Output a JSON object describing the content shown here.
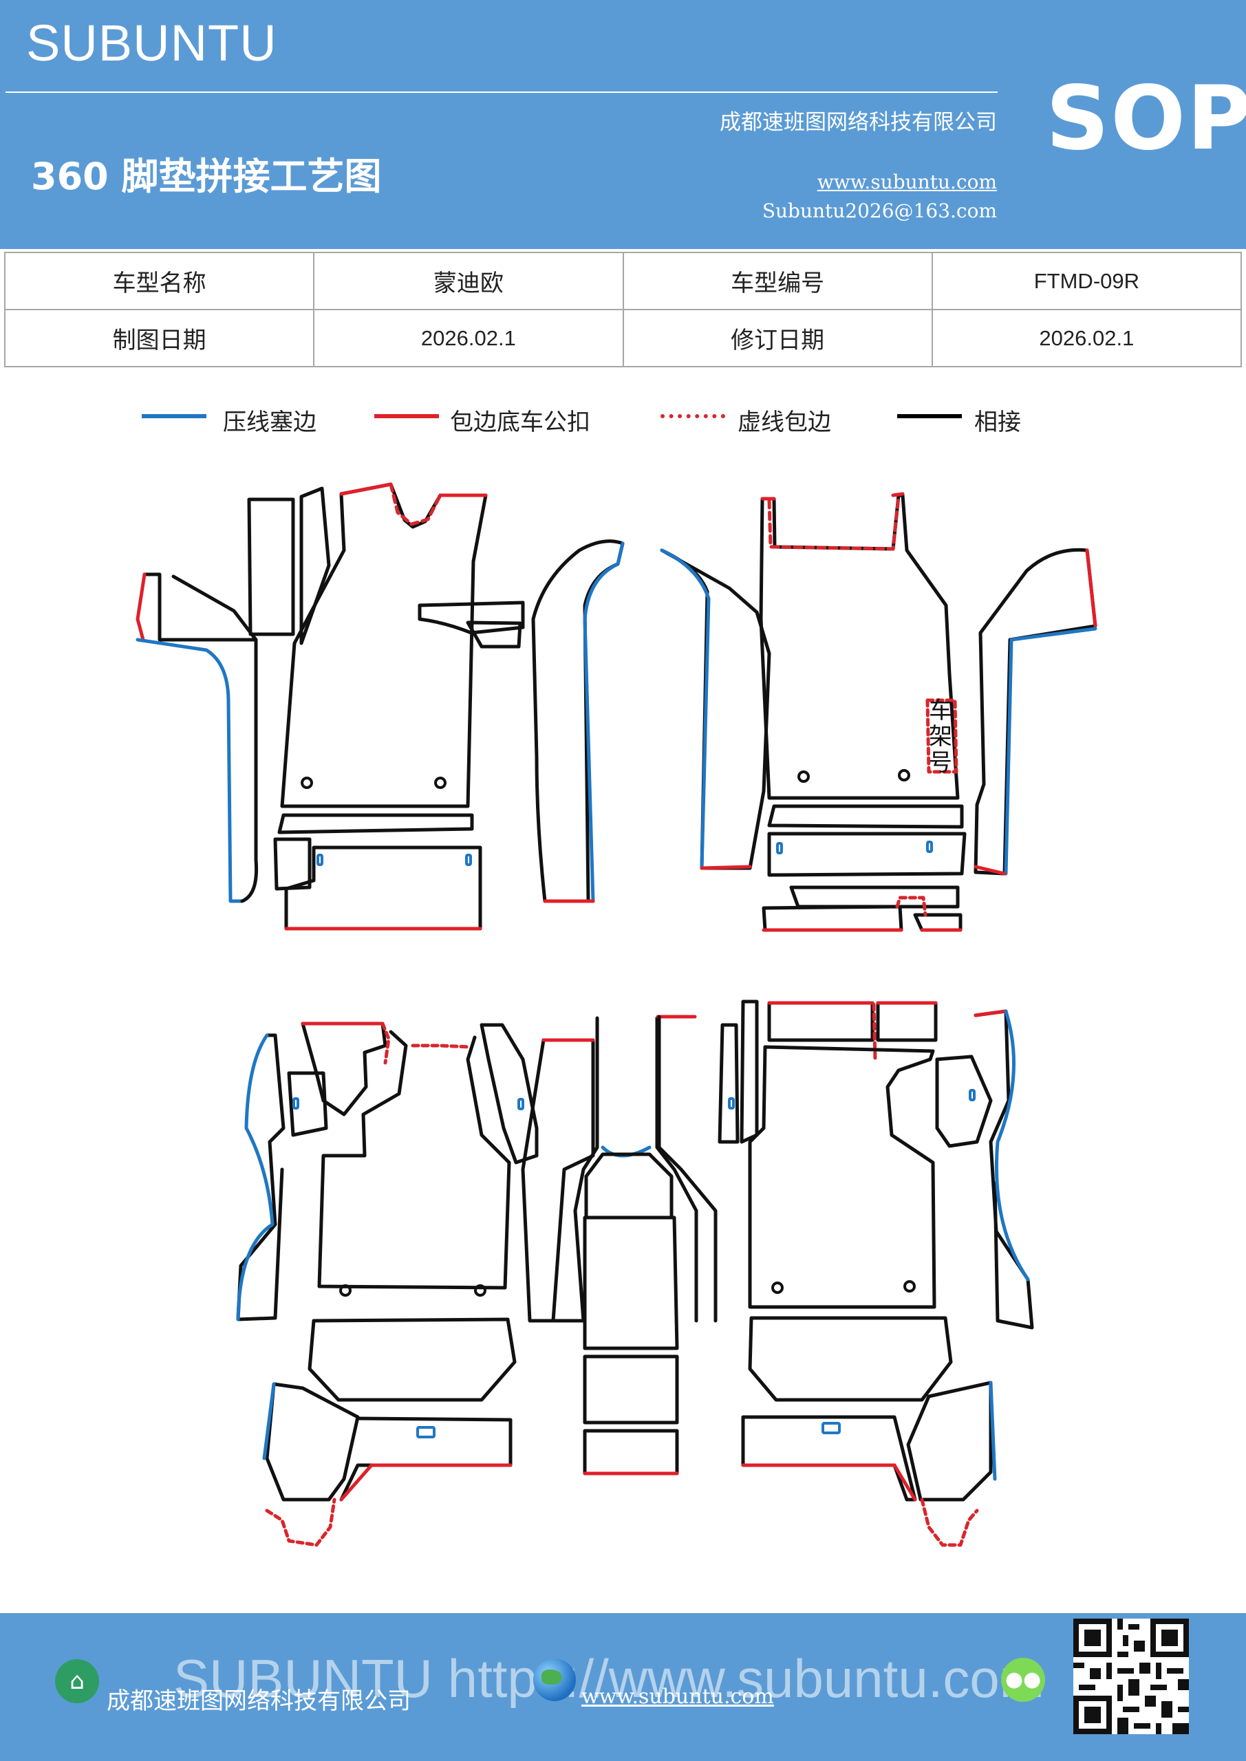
{
  "header": {
    "brand": "SUBUNTU",
    "doc_title": "360 脚垫拼接工艺图",
    "company": "成都速班图网络科技有限公司",
    "website": "www.subuntu.com",
    "email": "Subuntu2026@163.com",
    "badge": "SOP"
  },
  "info_table": {
    "rows": [
      [
        "车型名称",
        "蒙迪欧",
        "车型编号",
        "FTMD-09R"
      ],
      [
        "制图日期",
        "2026.02.1",
        "修订日期",
        "2026.02.1"
      ]
    ]
  },
  "legend": [
    {
      "label": "压线塞边",
      "color": "#1f77c4",
      "style": "solid"
    },
    {
      "label": "包边底车公扣",
      "color": "#e0202a",
      "style": "solid"
    },
    {
      "label": "虚线包边",
      "color": "#d9262c",
      "style": "dashed"
    },
    {
      "label": "相接",
      "color": "#000000",
      "style": "solid"
    }
  ],
  "diagram": {
    "frame_label": "车架号"
  },
  "footer": {
    "watermark": "SUBUNTU https://www.subuntu.com",
    "company": "成都速班图网络科技有限公司",
    "website": "www.subuntu.com"
  },
  "colors": {
    "header_bg": "#5b9bd5",
    "blue_edge": "#1f77c4",
    "red_edge": "#e0202a",
    "outline": "#111111"
  },
  "icons": [
    "building-icon",
    "globe-icon",
    "wechat-icon",
    "qr-code-icon"
  ]
}
